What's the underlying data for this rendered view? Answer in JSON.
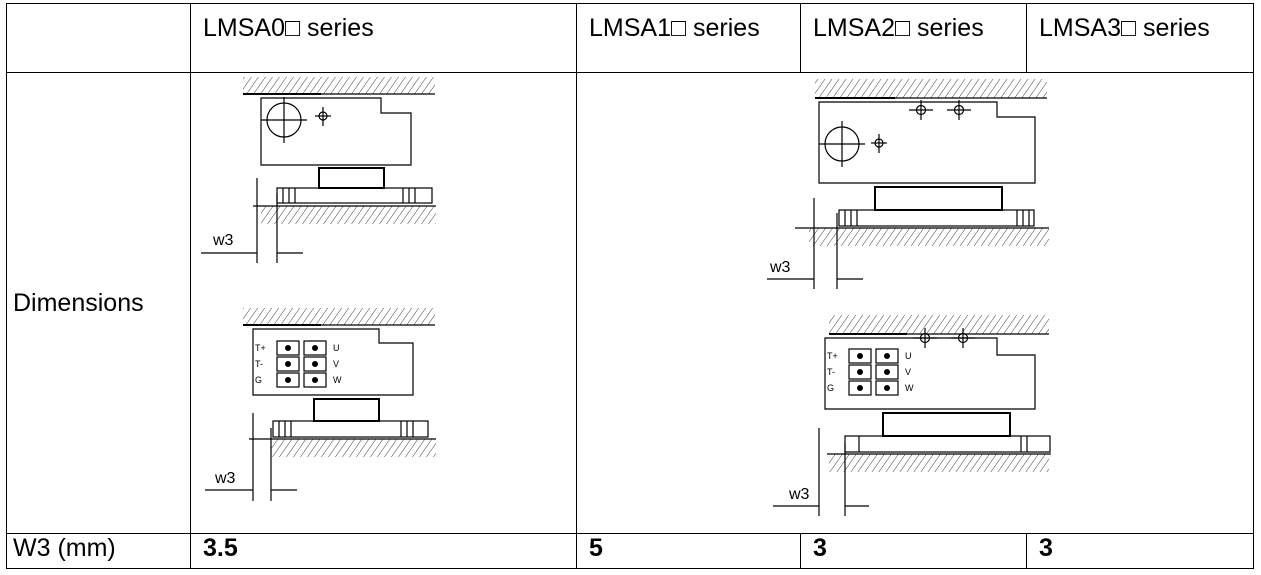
{
  "table": {
    "headers": [
      "",
      "LMSA0□ series",
      "LMSA1□ series",
      "LMSA2□ series",
      "LMSA3□ series"
    ],
    "dimensions_label": "Dimensions",
    "w3_row_label": "W3 (mm)",
    "w3_values": [
      "3.5",
      "5",
      "3",
      "3"
    ]
  },
  "drawings": {
    "dimension_label": "w3",
    "terminal_left": [
      "T+",
      "T-",
      "G"
    ],
    "terminal_right": [
      "U",
      "V",
      "W"
    ]
  }
}
